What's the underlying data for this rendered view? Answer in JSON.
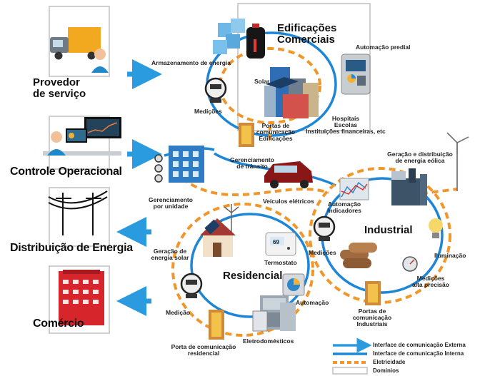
{
  "providers": [
    {
      "id": "provedor",
      "label_line1": "Provedor",
      "label_line2": "de serviço"
    },
    {
      "id": "controle",
      "label_line1": "Controle Operacional",
      "label_line2": ""
    },
    {
      "id": "distribuicao",
      "label_line1": "Distribuição de Energia",
      "label_line2": ""
    },
    {
      "id": "comercio",
      "label_line1": "Comércio",
      "label_line2": ""
    }
  ],
  "domains": {
    "comerciais": {
      "line1": "Edificações",
      "line2": "Comerciais"
    },
    "industrial": "Industrial",
    "residencial": "Residencial"
  },
  "labels": {
    "armazenamento": "Armazenamento de energia",
    "automacao_predial": "Automação predial",
    "solar": "Solar",
    "medicoes_top": "Medições",
    "hospitais": "Hospitais",
    "escolas": "Escolas",
    "instituicoes": "Instituições financeiras, etc",
    "portas_edif_1": "Portas de",
    "portas_edif_2": "comunicação",
    "portas_edif_3": "Edificações",
    "gerenciamento_transito_1": "Gerenciamento",
    "gerenciamento_transito_2": "de trânsito",
    "geracao_eolica_1": "Geração e distribuição",
    "geracao_eolica_2": "de energia eólica",
    "gerenciamento_unidade_1": "Gerenciamento",
    "gerenciamento_unidade_2": "por unidade",
    "veiculos": "Veículos elétricos",
    "automacao_indicadores_1": "Automação",
    "automacao_indicadores_2": "Indicadores",
    "geracao_solar_1": "Geração de",
    "geracao_solar_2": "energia solar",
    "termostato": "Termostato",
    "medicoes_ind": "Medições",
    "iluminacao": "Iluminação",
    "medicoes_alta_1": "Medições",
    "medicoes_alta_2": "alta precisão",
    "medicao_res": "Medição",
    "automacao_res": "Automação",
    "portas_ind_1": "Portas de",
    "portas_ind_2": "comunicação",
    "portas_ind_3": "Industriais",
    "porta_res_1": "Porta de comunicação",
    "porta_res_2": "residencial",
    "eletrodomesticos": "Eletrodomésticos",
    "thermostat_display": "69"
  },
  "legend": [
    {
      "label": "Interface de comunicação Externa",
      "color": "#2b9be0",
      "style": "arrow"
    },
    {
      "label": "Interface de comunicação Interna",
      "color": "#1e86d6",
      "style": "line"
    },
    {
      "label": "Eletricidade",
      "color": "#f0962a",
      "style": "dashed"
    },
    {
      "label": "Domínios",
      "color": "#cfcfcf",
      "style": "box"
    }
  ],
  "colors": {
    "blue": "#1e86d6",
    "arrow_blue": "#2b9be0",
    "orange": "#f0962a"
  }
}
